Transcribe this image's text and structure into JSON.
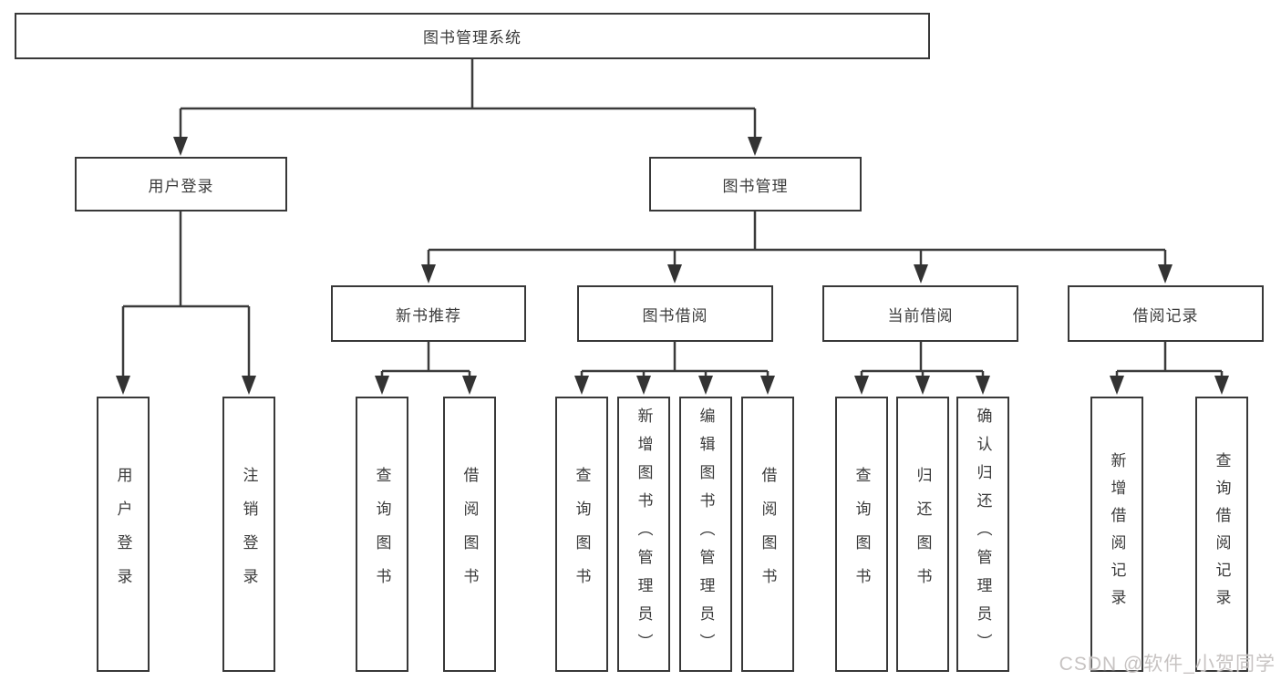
{
  "tree": {
    "label": "图书管理系统",
    "children": [
      {
        "label": "用户登录",
        "children": [
          {
            "label": "用户登录"
          },
          {
            "label": "注销登录"
          }
        ]
      },
      {
        "label": "图书管理",
        "children": [
          {
            "label": "新书推荐",
            "children": [
              {
                "label": "查询图书"
              },
              {
                "label": "借阅图书"
              }
            ]
          },
          {
            "label": "图书借阅",
            "children": [
              {
                "label": "查询图书"
              },
              {
                "label": "新增图书（管理员）"
              },
              {
                "label": "编辑图书（管理员）"
              },
              {
                "label": "借阅图书"
              }
            ]
          },
          {
            "label": "当前借阅",
            "children": [
              {
                "label": "查询图书"
              },
              {
                "label": "归还图书"
              },
              {
                "label": "确认归还（管理员）"
              }
            ]
          },
          {
            "label": "借阅记录",
            "children": [
              {
                "label": "新增借阅记录"
              },
              {
                "label": "查询借阅记录"
              }
            ]
          }
        ]
      }
    ]
  },
  "watermark": "CSDN @软件_小贺同学",
  "colors": {
    "line": "#3b3b3b",
    "border": "#383838",
    "text": "#3b3b3b",
    "watermark": "#c7c3c2",
    "background": "#ffffff"
  }
}
